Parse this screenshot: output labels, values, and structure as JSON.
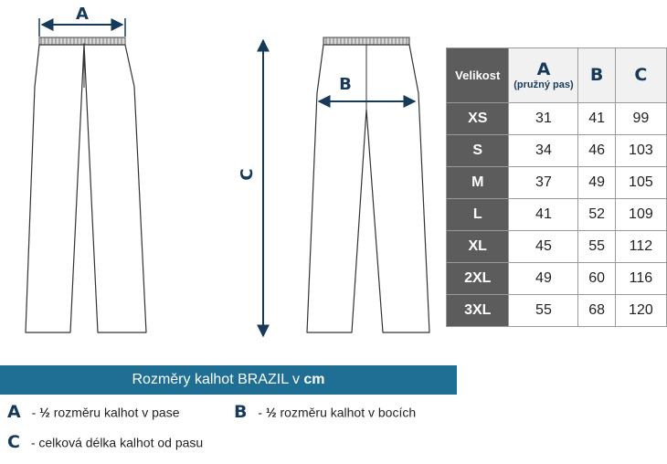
{
  "dimension_labels": {
    "a": "A",
    "b": "B",
    "c": "C"
  },
  "table": {
    "header": {
      "size_label": "Velikost",
      "col_a": "A",
      "col_a_sub": "(pružný pas)",
      "col_b": "B",
      "col_c": "C"
    },
    "rows": [
      {
        "size": "XS",
        "a": "31",
        "b": "41",
        "c": "99"
      },
      {
        "size": "S",
        "a": "34",
        "b": "46",
        "c": "103"
      },
      {
        "size": "M",
        "a": "37",
        "b": "49",
        "c": "105"
      },
      {
        "size": "L",
        "a": "41",
        "b": "52",
        "c": "109"
      },
      {
        "size": "XL",
        "a": "45",
        "b": "55",
        "c": "112"
      },
      {
        "size": "2XL",
        "a": "49",
        "b": "60",
        "c": "116"
      },
      {
        "size": "3XL",
        "a": "55",
        "b": "68",
        "c": "120"
      }
    ]
  },
  "caption": {
    "text": "Rozměry kalhot BRAZIL v ",
    "unit": "cm"
  },
  "legend": {
    "a_letter": "A",
    "a_prefix": "- ",
    "a_fraction": "½",
    "a_text": " rozměru kalhot v pase",
    "b_letter": "B",
    "b_prefix": "- ",
    "b_fraction": "½",
    "b_text": " rozměru kalhot v bocích",
    "c_letter": "C",
    "c_text": "- celková délka kalhot od pasu"
  },
  "colors": {
    "accent": "#1f6f95",
    "dimension": "#173a5a",
    "header_dark": "#5c5c5c"
  }
}
